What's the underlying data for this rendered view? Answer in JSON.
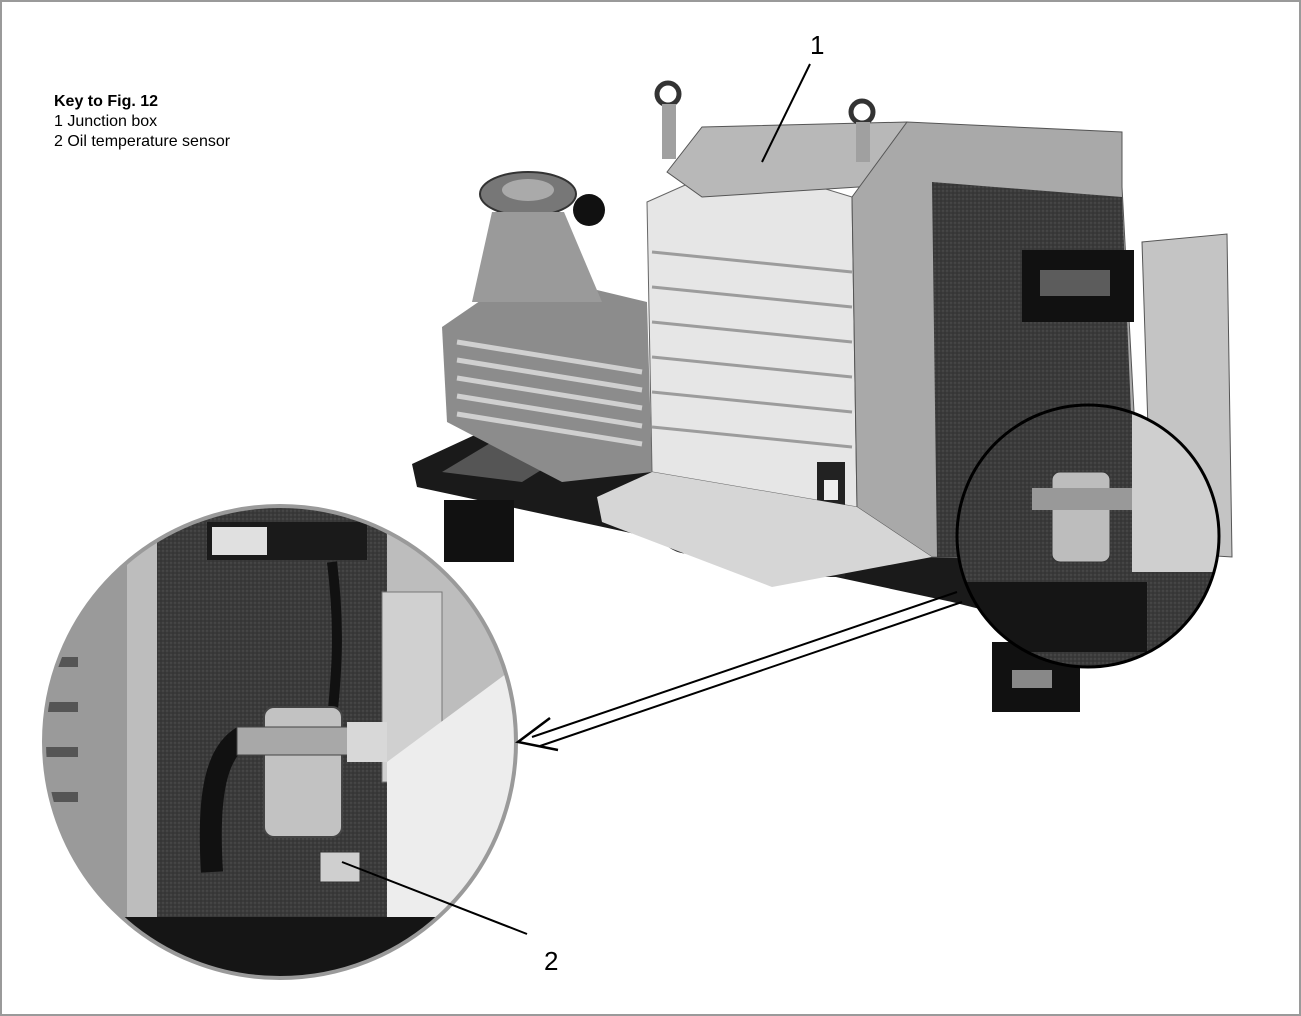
{
  "key": {
    "title": "Key to Fig. 12",
    "items": [
      "1  Junction box",
      "2  Oil temperature sensor"
    ]
  },
  "callouts": {
    "one": "1",
    "two": "2"
  }
}
